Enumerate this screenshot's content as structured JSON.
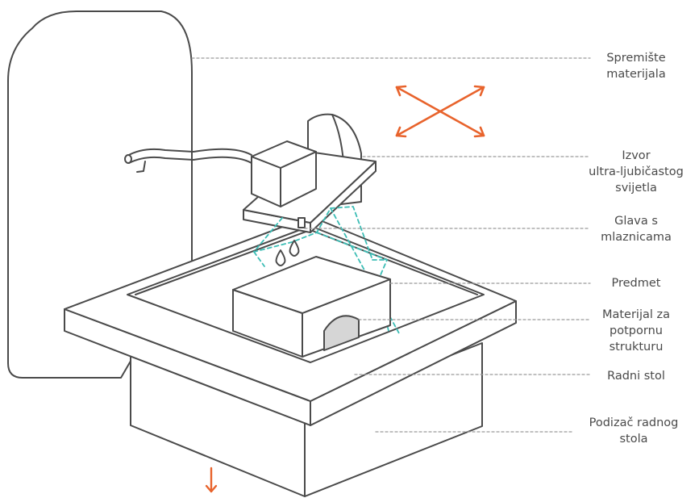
{
  "labels": {
    "material_storage": [
      "Spremište",
      "materijala"
    ],
    "uv_source": [
      "Izvor",
      "ultra-ljubičastog",
      "svijetla"
    ],
    "print_head": [
      "Glava s",
      "mlaznicama"
    ],
    "object": [
      "Predmet"
    ],
    "support_material": [
      "Materijal za",
      "potpornu",
      "strukturu"
    ],
    "build_tray": [
      "Radni stol"
    ],
    "tray_elevator": [
      "Podizač radnog",
      "stola"
    ]
  },
  "colors": {
    "line": "#4a4a4a",
    "leader": "#9a9a9a",
    "uv_beam": "#3bbdb5",
    "motion_arrow": "#e8632c",
    "support_fill": "#d6d6d6",
    "background": "#ffffff"
  },
  "icons": {
    "motion": "four-way-diagonal-arrow-icon",
    "descend": "down-arrow-icon"
  }
}
